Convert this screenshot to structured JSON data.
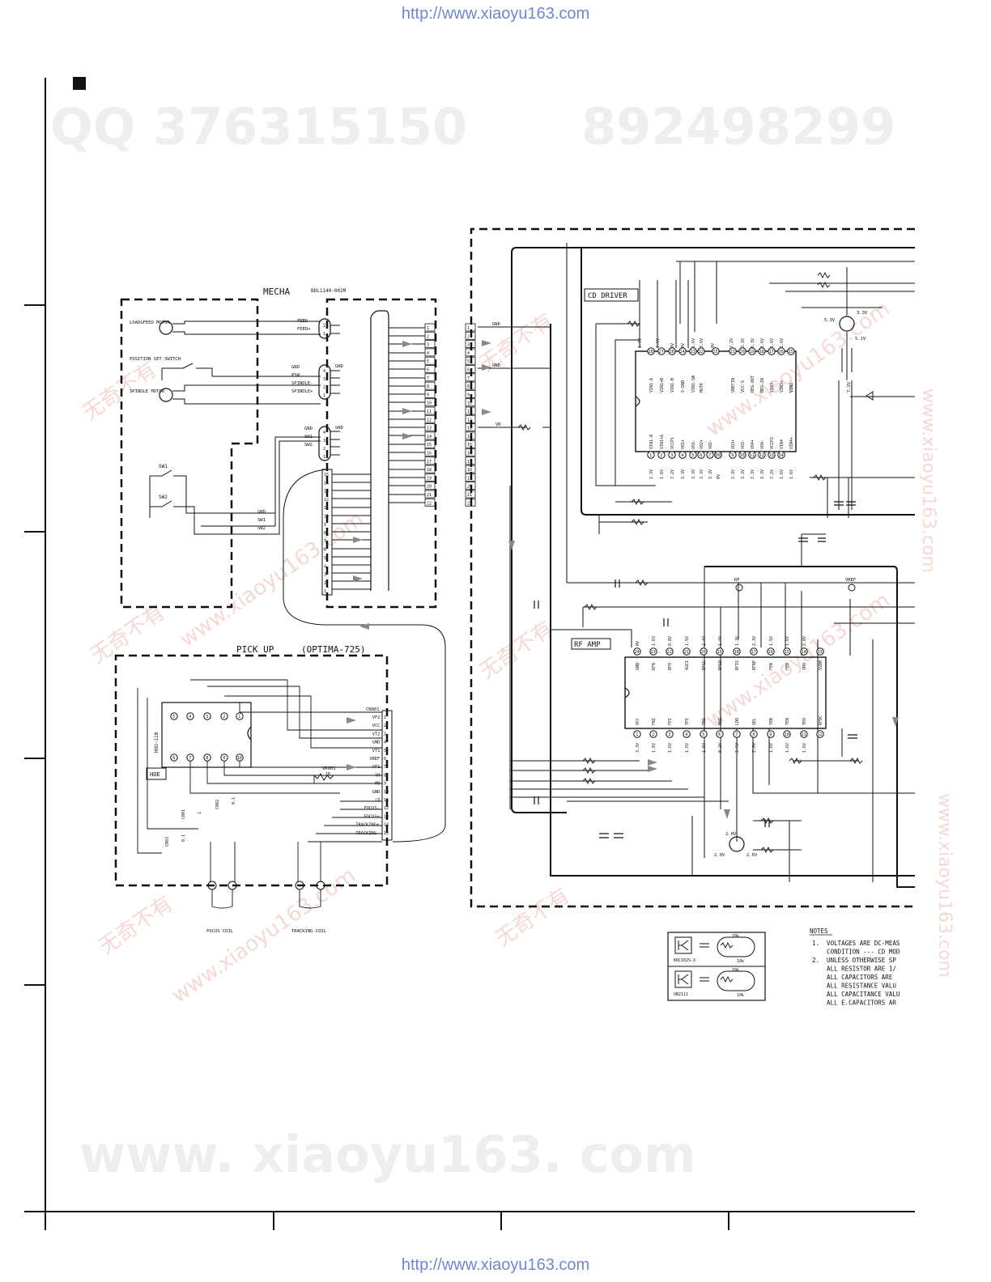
{
  "header_url": "http://www.xiaoyu163.com",
  "footer_url": "http://www.xiaoyu163.com",
  "watermarks": {
    "qq": "QQ 376315150",
    "phone": "892498299",
    "site": "www. xiaoyu163. com",
    "chinese": "无奇不有",
    "site_small": "www.xiaoyu163.com"
  },
  "mecha": {
    "title": "MECHA",
    "part_no": "BDL1140-002M",
    "load_motor": "LOAD&FEED MOTOR",
    "position_switch": "POSITION SET SWITCH",
    "spindle_motor": "SPINDLE MOTOR",
    "sw1": "SW1",
    "sw2": "SW2",
    "conn1_labels": [
      "FEED-",
      "FEED+"
    ],
    "conn2_labels": [
      "GND",
      "PSW",
      "SPINDLE-",
      "SPINDLE+"
    ],
    "conn3_labels": [
      "GND",
      "SW1",
      "SW2"
    ],
    "switch_labels": [
      "GND",
      "SW1",
      "SW2"
    ]
  },
  "pickup": {
    "title": "PICK UP",
    "model": "(OPTIMA-725)",
    "ic": "HOU-110",
    "hoe": "HOE",
    "connector": "CN001",
    "pins": [
      "VF2",
      "VCC",
      "VT2",
      "GND",
      "VT1",
      "VREF",
      "VF1",
      "VR",
      "MD",
      "GND",
      "LD",
      "FOCUS-",
      "FOCUS+",
      "TRACKING+",
      "TRACKING-"
    ],
    "vr": "VR001",
    "vr_val": "1K",
    "caps": [
      "C003",
      "C001",
      "C002"
    ],
    "cap_vals": [
      "0.1",
      "1",
      "0.1"
    ],
    "focus_coil": "FOCUS COIL",
    "tracking_coil": "TRACKING COIL"
  },
  "cd_driver": {
    "title": "CD DRIVER",
    "top_pins": [
      "VIN1-A",
      "VIN1+B",
      "VIN1-B",
      "S-GND",
      "VIN1-SW",
      "MUTE",
      "VREFIN",
      "",
      "VCC-S",
      "REG-OUT",
      "REG-IN",
      "VIN3-",
      "VIN3+",
      "VIN2",
      "VIN2-"
    ],
    "top_nums": [
      "28",
      "27",
      "26",
      "24",
      "23",
      "22",
      "",
      "21",
      "20",
      "19",
      "18",
      "17",
      "16",
      "15"
    ],
    "top_volts": [
      "1.7V",
      "1.6V",
      "0V",
      "0V",
      "1.6V",
      "3.6V",
      "0V",
      "7.2V",
      "3.3V",
      "6.3V",
      "1.6V",
      "1.6V",
      "1.6V"
    ],
    "bot_pins": [
      "VIN1-A",
      "VIN1+A",
      "VCCP1",
      "VO1+",
      "VO1-",
      "VO2+",
      "VO2-",
      "",
      "VO3+",
      "VO3-",
      "VO4+",
      "VO4-",
      "VCCP2",
      "VIN4",
      "VIN4+"
    ],
    "bot_nums": [
      "1",
      "2",
      "3",
      "4",
      "5",
      "6",
      "7",
      "8",
      "9",
      "10",
      "11",
      "12",
      "13",
      "14"
    ],
    "bot_volts": [
      "1.3V",
      "1.6V",
      "7.2V",
      "3.3V",
      "3.3V",
      "3.3V",
      "3.3V",
      "0V",
      "3.3V",
      "3.3V",
      "3.3V",
      "3.3V",
      "7.2V",
      "1.6V",
      "1.6V"
    ],
    "gnd_pin": "25",
    "vcc_pin": "30",
    "reg_volts": [
      "5.3V",
      "3.3V",
      "5.1V",
      "7.2V"
    ]
  },
  "rf_amp": {
    "title": "RF AMP",
    "top_pins": [
      "GND",
      "RFN",
      "RFO",
      "AGCI",
      "RFGC",
      "RFGO",
      "RFIS",
      "RFRP",
      "FEN",
      "FEO",
      "VRO",
      "SVDM"
    ],
    "top_nums": [
      "24",
      "23",
      "22",
      "21",
      "20",
      "19",
      "18",
      "17",
      "16",
      "15",
      "14",
      "13"
    ],
    "top_volts": [
      "0V",
      "1.6V",
      "0.8V",
      "1.5V",
      "2.4V",
      "1.4V",
      "1.3V",
      "2.3V",
      "1.5V",
      "1.6V",
      "2.0V"
    ],
    "bot_pins": [
      "VCC",
      "FNI",
      "FPI",
      "TPI",
      "TNI",
      "MDI",
      "LDO",
      "SEL",
      "TEB",
      "TEN",
      "TEO",
      "RFDC"
    ],
    "bot_nums": [
      "1",
      "2",
      "3",
      "4",
      "5",
      "6",
      "7",
      "8",
      "9",
      "10",
      "11",
      "12"
    ],
    "bot_volts": [
      "3.3V",
      "1.6V",
      "1.6V",
      "1.6V",
      "1.6V",
      "0.2V",
      "2.5V",
      "2.0V",
      "1.6V",
      "1.6V",
      "1.6V"
    ],
    "rf_tp": "RF",
    "vref_tp": "VREF",
    "transistor_volts": [
      "2.0V",
      "2.0V",
      "2.6V"
    ]
  },
  "legend": {
    "items": [
      {
        "part": "KRC102S-X",
        "r1": "10k",
        "r2": "10k"
      },
      {
        "part": "UN2111",
        "r1": "10k",
        "r2": "10k"
      }
    ]
  },
  "notes": {
    "title": "NOTES",
    "lines": [
      "1.  VOLTAGES ARE DC-MEAS",
      "    CONDITION --- CD MOD",
      "2.  UNLESS OTHERWISE SP",
      "    ALL RESISTOR ARE 1/",
      "    ALL CAPACITORS ARE",
      "    ALL RESISTANCE VALU",
      "    ALL CAPACITANCE VALU",
      "    ALL E.CAPACITORS AR"
    ]
  },
  "colors": {
    "ink": "#111111",
    "link": "#6f86d6",
    "watermark_gray": "#eeeeee",
    "watermark_red": "#f6d8d3"
  }
}
